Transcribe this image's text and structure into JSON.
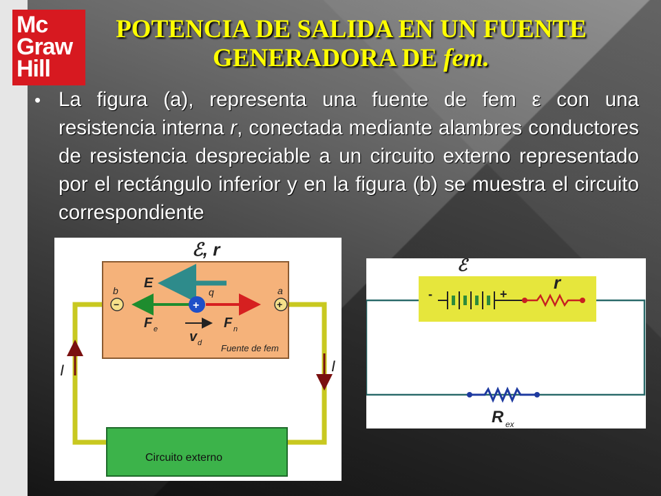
{
  "logo": {
    "line1": "Mc",
    "line2": "Graw",
    "line3": "Hill"
  },
  "title": {
    "line1": "POTENCIA DE SALIDA EN UN FUENTE",
    "line2_prefix": "GENERADORA DE ",
    "line2_italic": "fem."
  },
  "bullet": {
    "marker": "•",
    "text_before_r": "La figura (a), representa una fuente de fem ε con una resistencia interna ",
    "r_italic": "r",
    "text_after_r": ", conectada mediante alambres conductores de resistencia despreciable a un circuito externo representado por el rectángulo inferior y en la figura (b) se muestra el circuito correspondiente"
  },
  "figure_a": {
    "source_label_main": "ℰ, r",
    "terminal_b": "b",
    "terminal_a": "a",
    "minus_sign": "−",
    "plus_sign": "+",
    "field_label": "E",
    "charge_label": "q",
    "force_e_label": "F",
    "force_e_sub": "e",
    "force_n_label": "F",
    "force_n_sub": "n",
    "velocity_label": "v",
    "velocity_sub": "d",
    "source_caption": "Fuente de fem",
    "current_left": "I",
    "current_right": "I",
    "external_label": "Circuito externo",
    "colors": {
      "source_box": "#f5b27a",
      "wire": "#c8c820",
      "external_box": "#3cb34a",
      "field_arrow": "#2e8b8b",
      "force_e": "#1e8c2e",
      "force_n": "#d62020",
      "charge": "#1e4fc8"
    }
  },
  "figure_b": {
    "emf_label": "ℰ",
    "r_label": "r",
    "minus": "-",
    "plus": "+",
    "rex_label": "R",
    "rex_sub": "ex",
    "colors": {
      "battery_box": "#e6e63c",
      "wire": "#2a6a6a",
      "resistor": "#c82020",
      "rex_resistor": "#1e3aa0"
    }
  }
}
